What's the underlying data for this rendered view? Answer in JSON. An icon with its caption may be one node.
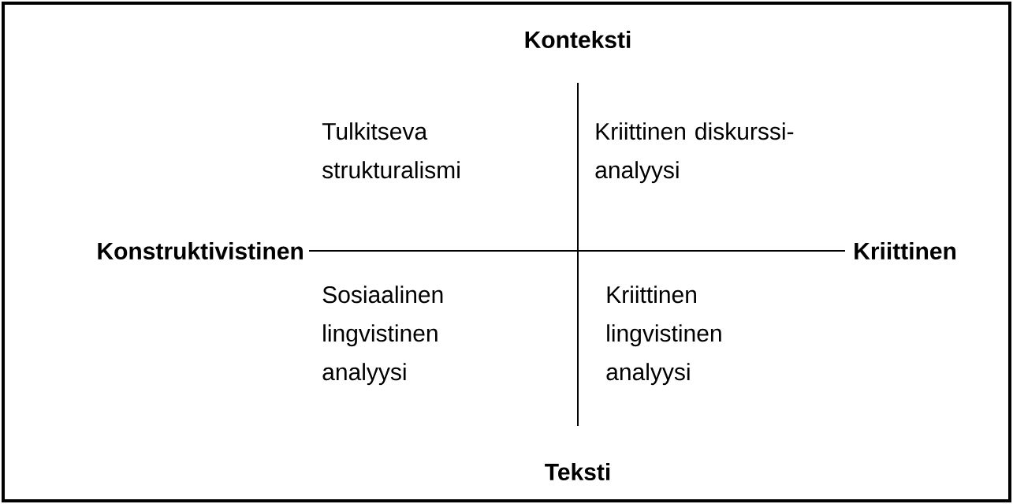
{
  "diagram": {
    "labels": [
      "Konteksti",
      "Tulkitseva strukturalismi",
      "Kriittinen diskurssi-analyysi",
      "Konstruktivistinen",
      "Kriittinen",
      "Sosiaalinen lingvistinen analyysi",
      "Kriittinen lingvistinen analyysi",
      "Teksti"
    ]
  }
}
